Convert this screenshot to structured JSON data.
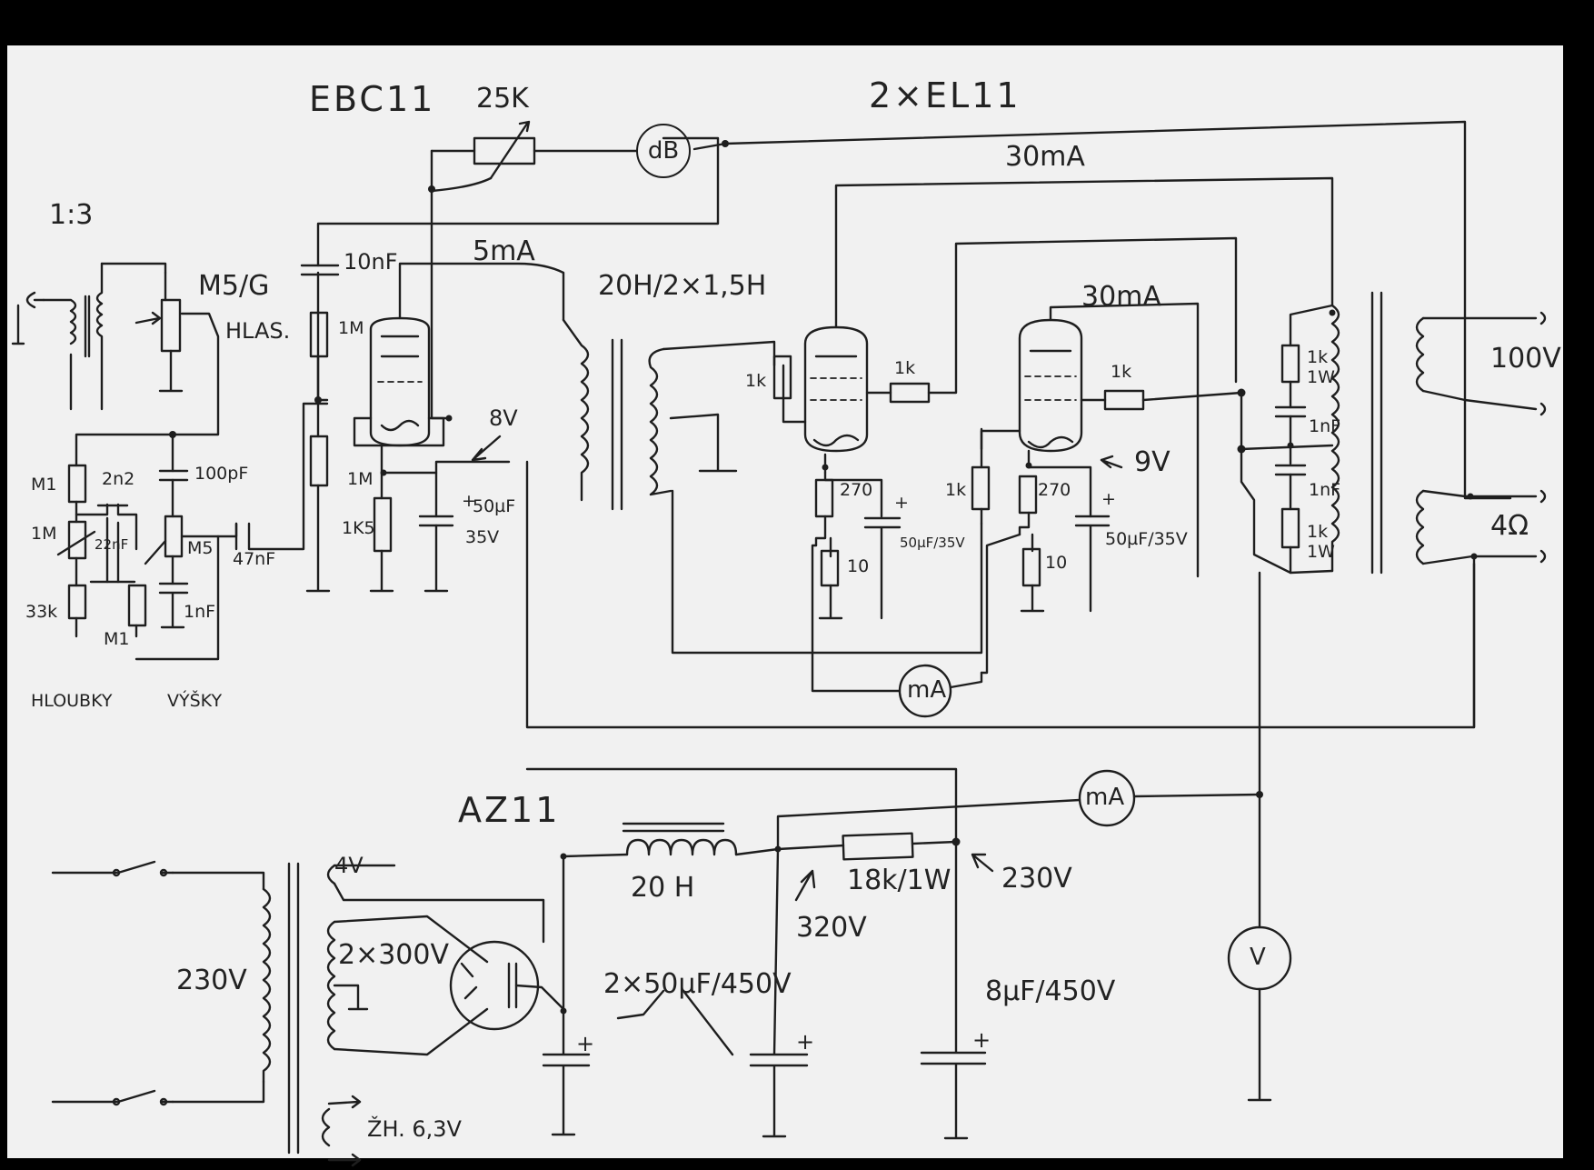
{
  "tubes": {
    "preamp": "EBC11",
    "power": "2×EL11",
    "rectifier": "AZ11"
  },
  "input": {
    "ratio": "1:3",
    "volume_pot": "M5/G",
    "volume_label": "HLAS.",
    "bass_label": "HLOUBKY",
    "treble_label": "VÝŠKY"
  },
  "tone_stack": {
    "r_top_left": "M1",
    "pot_bass": "1M",
    "c_2n2": "2n2",
    "c_22nF": "22nF",
    "r_33k": "33k",
    "r_bottom": "M1",
    "c_100pF": "100pF",
    "pot_treble": "M5",
    "c_1nF": "1nF",
    "c_coupling": "47nF"
  },
  "preamp_stage": {
    "feedback_pot": "25K",
    "feedback_meter": "dB",
    "coupling_cap": "10nF",
    "grid_r": "1M",
    "plate_load": "1M",
    "cathode_r": "1K5",
    "cathode_cap": "50µF",
    "cathode_cap_v": "35V",
    "cathode_v": "8V",
    "current": "5mA"
  },
  "phase_inverter": {
    "transformer": "20H/2×1,5H"
  },
  "power_stage": {
    "current_top": "30mA",
    "current_second": "30mA",
    "grid_stop_1": "1k",
    "screen_r_1": "1k",
    "cathode_r_1": "270",
    "shunt_1": "10",
    "cathode_cap_1": "50µF/35V",
    "grid_stop_2": "1k",
    "screen_r_2": "1k",
    "cathode_r_2": "270",
    "shunt_2": "10",
    "cathode_cap_2": "50µF/35V",
    "cathode_v": "9V",
    "meter": "mA"
  },
  "output": {
    "r1": "1k",
    "r1_w": "1W",
    "c1": "1nF",
    "c2": "1nF",
    "r2": "1k",
    "r2_w": "1W",
    "tap_100v": "100V",
    "tap_4ohm": "4Ω"
  },
  "power_supply": {
    "mains": "230V",
    "heater_rect": "4V",
    "hv_winding": "2×300V",
    "heater": "ŽH. 6,3V",
    "choke": "20 H",
    "filter_caps": "2×50µF/450V",
    "node_320": "320V",
    "dropper": "18k/1W",
    "node_230": "230V",
    "final_cap": "8µF/450V",
    "current_meter": "mA",
    "volt_meter": "V",
    "plus": "+"
  }
}
